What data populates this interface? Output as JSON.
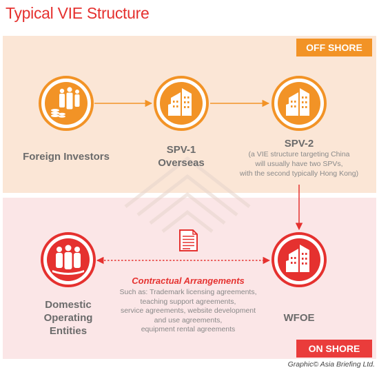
{
  "title": "Typical VIE Structure",
  "offshore_tag": "OFF SHORE",
  "onshore_tag": "ON SHORE",
  "nodes": {
    "foreign_investors": "Foreign Investors",
    "spv1_line1": "SPV-1",
    "spv1_line2": "Overseas",
    "spv2": "SPV-2",
    "spv2_note": [
      "(a VIE structure targeting China",
      "will usually have two SPVs,",
      "with the second typically Hong Kong)"
    ],
    "domestic": [
      "Domestic",
      "Operating",
      "Entities"
    ],
    "wfoe": "WFOE"
  },
  "contract": {
    "title": "Contractual Arrangements",
    "lines": [
      "Such as: Trademark licensing agreements,",
      "teaching support agreements,",
      "service agreements, website development",
      "and use agreements,",
      "equipment rental agreements"
    ]
  },
  "credit": "Graphic© Asia Briefing Ltd.",
  "colors": {
    "orange": "#f29326",
    "red": "#e5312f",
    "offshore_bg": "#fbe6d6",
    "onshore_bg": "#fbe6e7"
  },
  "icons": [
    "investors-icon",
    "building-icon",
    "document-icon",
    "people-icon"
  ]
}
